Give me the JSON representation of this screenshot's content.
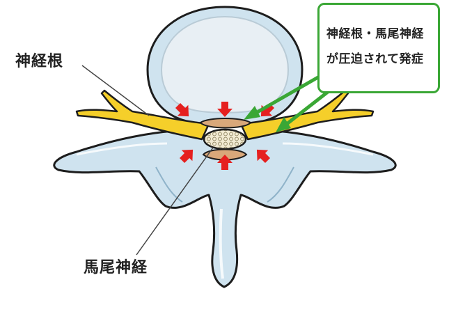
{
  "labels": {
    "nerve_root": "神経根",
    "cauda_equina": "馬尾神経"
  },
  "callout": {
    "line1": "神経根・馬尾神経",
    "line2": "が圧迫されて発症"
  },
  "colors": {
    "callout_border": "#3aa735",
    "nerve": "#f5cf2a",
    "compression_arrow": "#e5201f",
    "bone": "#cfe3ef",
    "disc_tissue": "#d9a87a"
  },
  "icons": {
    "pointer_arrows": "green-arrow-icon",
    "compression_arrows": "red-arrow-icon"
  }
}
